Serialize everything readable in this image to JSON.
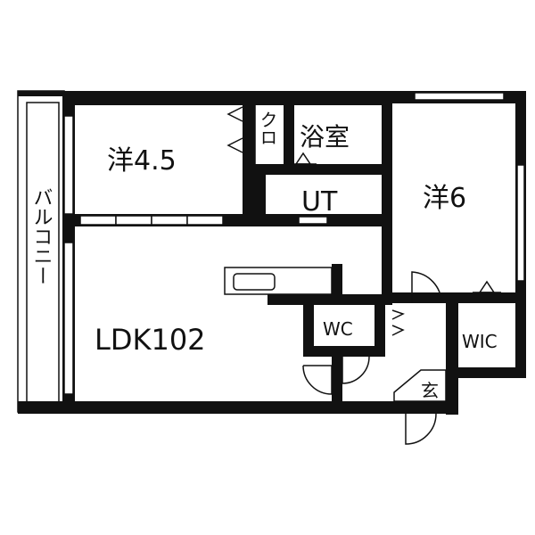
{
  "plan": {
    "rooms": {
      "western_45": "洋4.5",
      "closet": "クロ",
      "bath": "浴室",
      "utility": "UT",
      "western_6": "洋6",
      "balcony": "バルコニー",
      "ldk": "LDK102",
      "toilet": "WC",
      "walk_in_closet": "WIC",
      "entrance": "玄"
    }
  }
}
